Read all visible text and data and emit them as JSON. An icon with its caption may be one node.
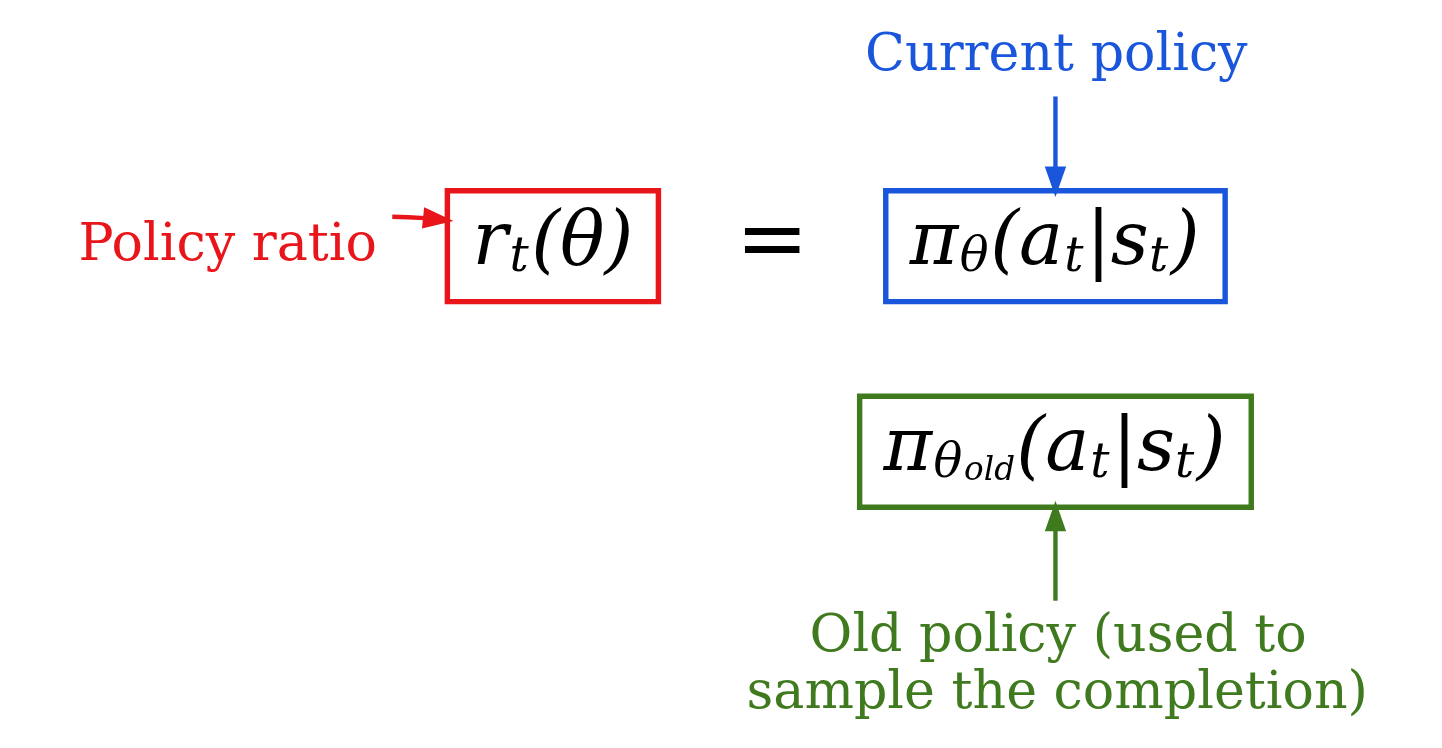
{
  "diagram": {
    "nodes": [
      {
        "text": [
          "Current policy"
        ]
      },
      {
        "text": [
          "Policy ratio"
        ]
      },
      {
        "text": [
          "r$_{t}$(θ)"
        ]
      },
      {
        "text": [
          "π$_{θ}$(a$_{t}$|s$_{t}$)"
        ]
      },
      {
        "text": [
          "π$_{θ}$$_{old}$(a$_{t}$|s$_{t}$)"
        ]
      },
      {
        "text": [
          "Old policy (used to sample the completion)"
        ]
      }
    ],
    "edges": [
      {
        "from": 1,
        "to": 2,
        "arrow": "to",
        "color": "#e8161b"
      },
      {
        "from": 0,
        "to": 3,
        "arrow": "to",
        "color": "#1a56db"
      },
      {
        "from": 5,
        "to": 4,
        "arrow": "to",
        "color": "#3f7a1f"
      }
    ],
    "labels": [
      "="
    ]
  }
}
